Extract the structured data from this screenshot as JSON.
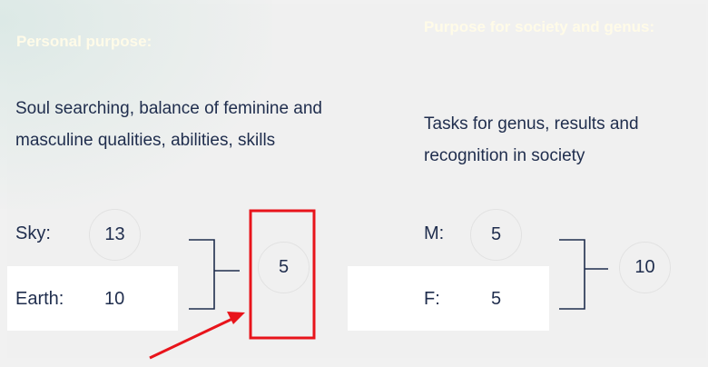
{
  "left": {
    "heading": "Personal purpose:",
    "description": "Soul searching, balance of feminine and masculine qualities, abilities, skills",
    "rows": [
      {
        "label": "Sky:",
        "value": "13"
      },
      {
        "label": "Earth:",
        "value": "10"
      }
    ],
    "result": "5"
  },
  "right": {
    "heading": "Purpose for society and genus:",
    "description": "Tasks for genus, results and recognition in society",
    "rows": [
      {
        "label": "M:",
        "value": "5"
      },
      {
        "label": "F:",
        "value": "5"
      }
    ],
    "result": "10"
  },
  "annotation": {
    "highlight_color": "#e8141b",
    "arrow_color": "#e8141b"
  }
}
